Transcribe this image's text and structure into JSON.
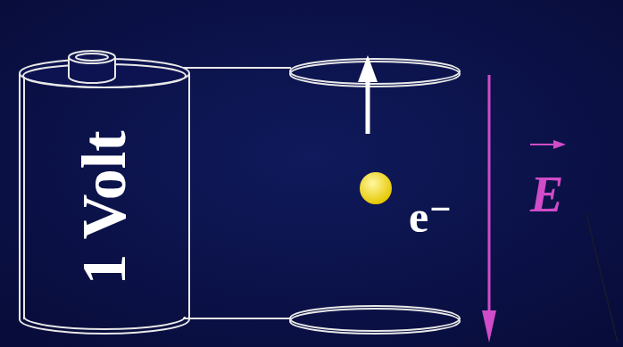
{
  "diagram": {
    "nodes": [
      {
        "text": [
          "1 Volt"
        ]
      }
    ],
    "labels": [
      "e⁻",
      "E"
    ]
  }
}
